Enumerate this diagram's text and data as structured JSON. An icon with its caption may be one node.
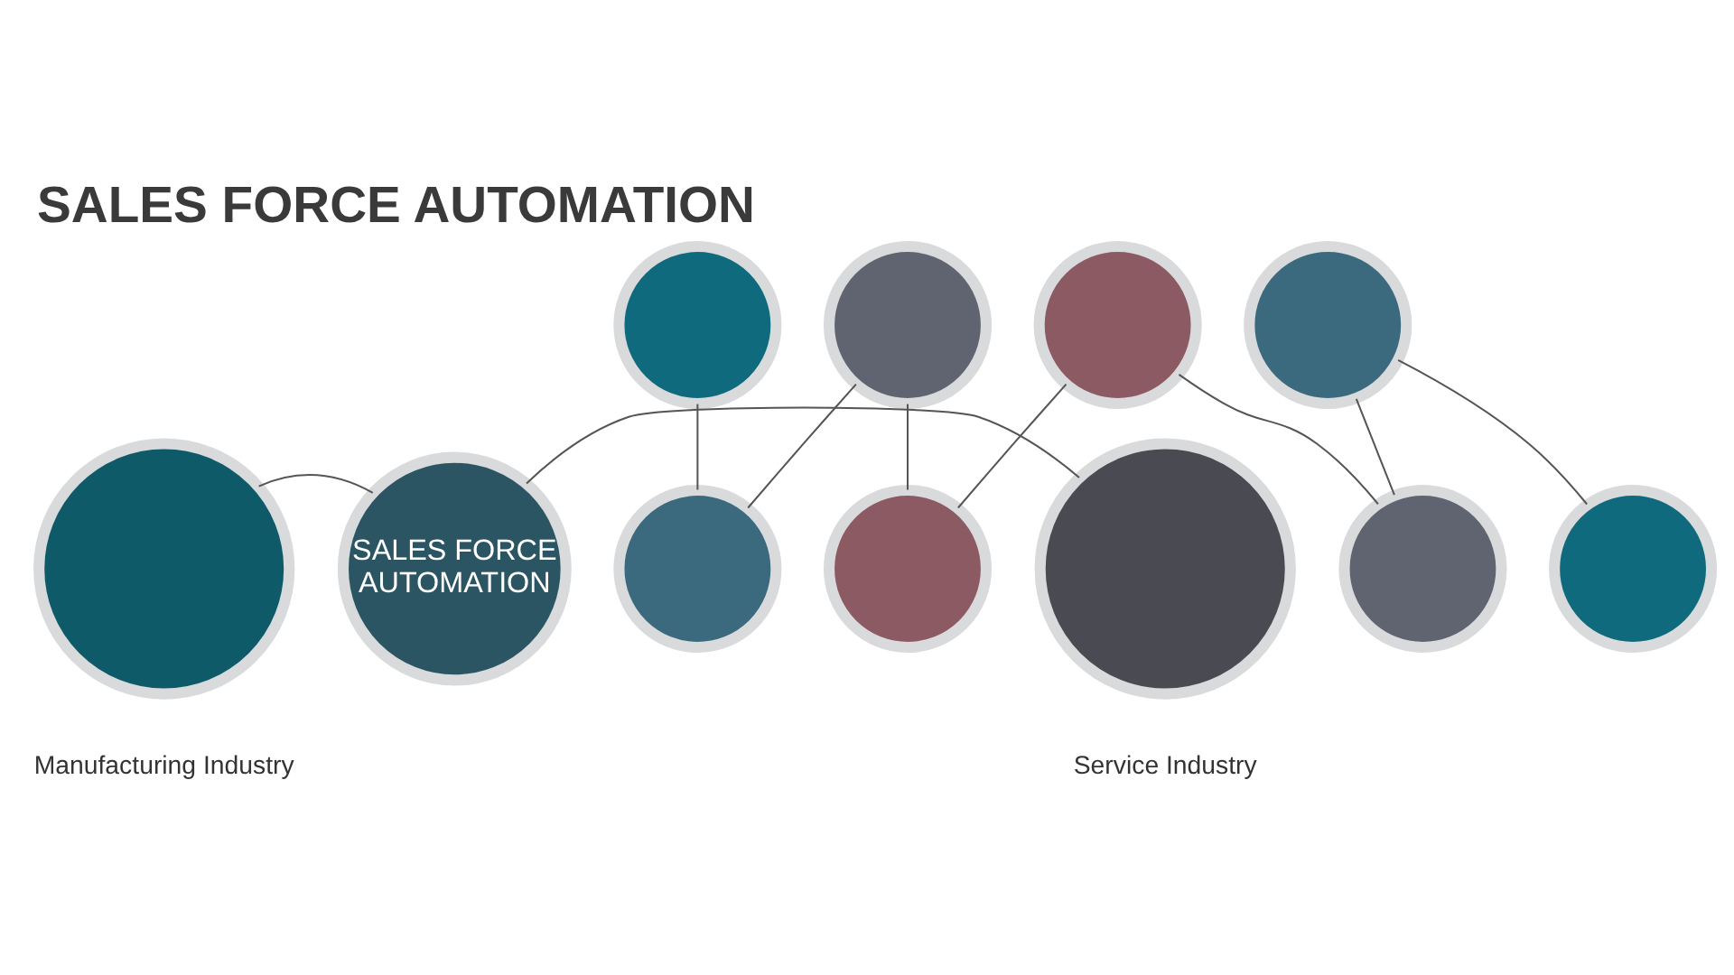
{
  "diagram": {
    "title": "SALES FORCE AUTOMATION",
    "nodes": [
      {
        "text": [],
        "shape": "circle"
      },
      {
        "text": [],
        "shape": "circle"
      },
      {
        "text": [],
        "shape": "circle"
      },
      {
        "text": [],
        "shape": "circle"
      },
      {
        "text": [],
        "shape": "circle"
      },
      {
        "text": [],
        "shape": "circle"
      },
      {
        "text": [],
        "shape": "circle"
      },
      {
        "text": [],
        "shape": "circle"
      },
      {
        "text": [],
        "shape": "circle",
        "beside": [
          "Manufacturing Industry"
        ]
      },
      {
        "text": [
          "SALES FORCE AUTOMATION"
        ]
      },
      {
        "text": [],
        "shape": "circle",
        "beside": [
          "Service Industry"
        ]
      }
    ],
    "edges": [
      {
        "from": 0,
        "to": 1,
        "arrow": "none"
      },
      {
        "from": 1,
        "to": 2,
        "arrow": "none"
      },
      {
        "from": 2,
        "to": 3,
        "arrow": "none"
      },
      {
        "from": 3,
        "to": 4,
        "arrow": "none"
      },
      {
        "from": 4,
        "to": 5,
        "arrow": "none"
      },
      {
        "from": 5,
        "to": 6,
        "arrow": "none"
      },
      {
        "from": 6,
        "to": 7,
        "arrow": "none"
      },
      {
        "from": 8,
        "to": 9,
        "arrow": "none"
      },
      {
        "from": 9,
        "to": 10,
        "arrow": "none"
      }
    ]
  }
}
